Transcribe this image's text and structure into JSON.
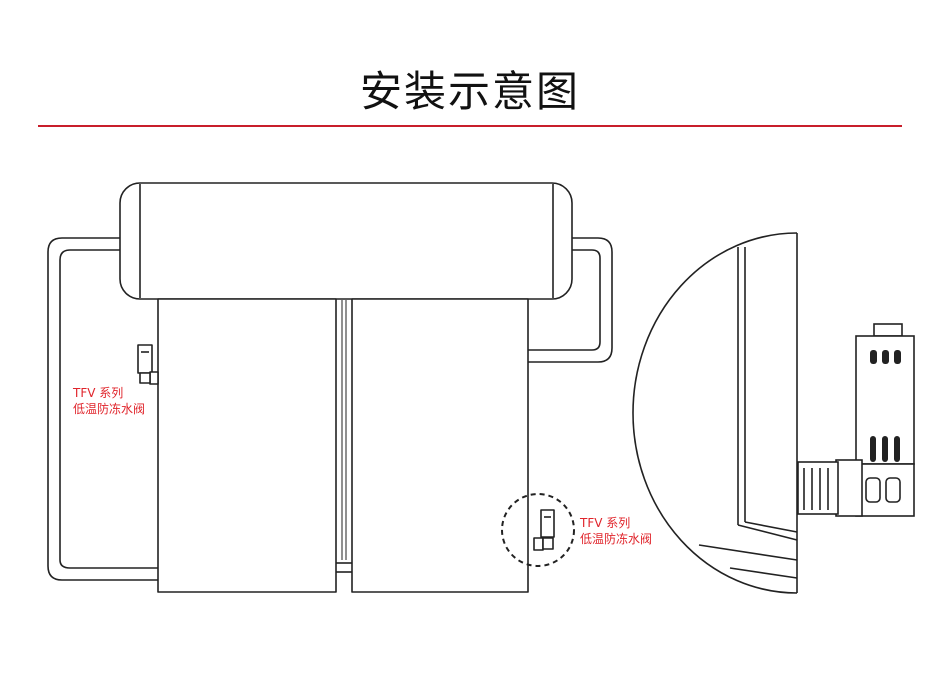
{
  "title": "安装示意图",
  "colors": {
    "rule": "#c81e2b",
    "label": "#e0242b",
    "line": "#222222"
  },
  "valve_labels": [
    {
      "series": "TFV 系列",
      "name": "低温防冻水阀"
    },
    {
      "series": "TFV 系列",
      "name": "低温防冻水阀"
    }
  ]
}
